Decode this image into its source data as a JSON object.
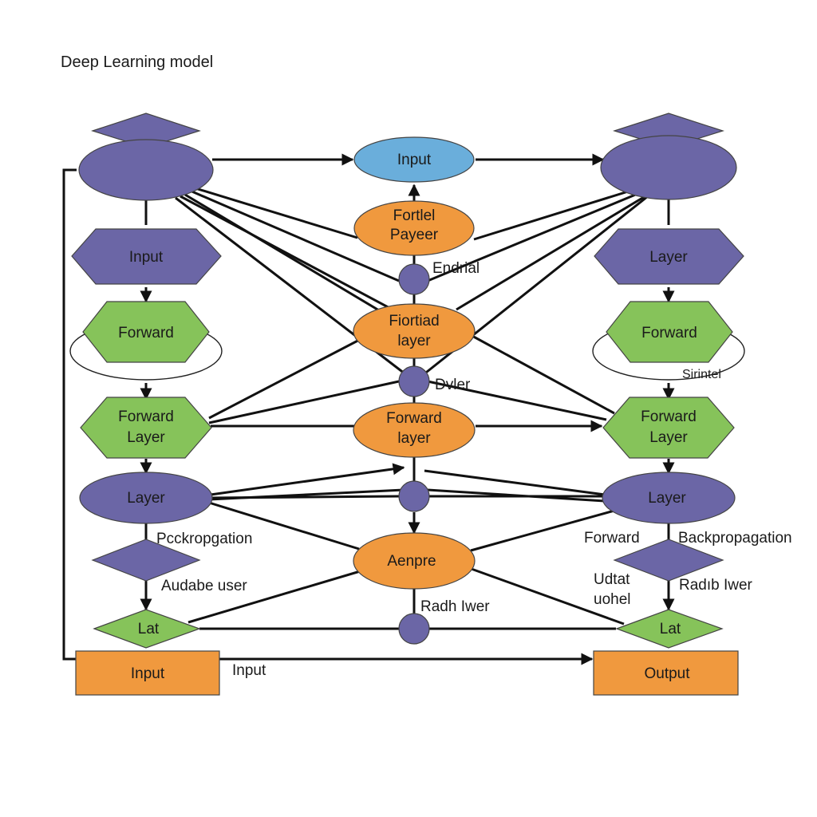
{
  "title": "Deep Learning model",
  "colors": {
    "purple": "#6b66a6",
    "green": "#86c35a",
    "orange": "#f0993e",
    "blue": "#6aaedb",
    "edge": "#111111"
  },
  "nodes": {
    "left_top_diamond": "",
    "left_top_ellipse": "",
    "left_input": "Input",
    "left_forward_1": "Forward",
    "left_forward_layer": [
      "Forward",
      "Layer"
    ],
    "left_layer": "Layer",
    "left_lower_diamond": "",
    "left_lat": "Lat",
    "left_input_box": "Input",
    "center_input": "Input",
    "center_orange_1": [
      "Fortlel",
      "Payeer"
    ],
    "center_circle_1": "",
    "center_orange_2": [
      "Fiortiad",
      "layer"
    ],
    "center_circle_2": "",
    "center_orange_3": [
      "Forward",
      "layer"
    ],
    "center_circle_3": "",
    "center_orange_4": "Aenpre",
    "center_circle_4": "",
    "right_top_diamond": "",
    "right_top_ellipse": "",
    "right_layer_1": "Layer",
    "right_forward_1": "Forward",
    "right_forward_layer": [
      "Forward",
      "Layer"
    ],
    "right_layer_2": "Layer",
    "right_lower_diamond": "",
    "right_lat": "Lat",
    "right_output_box": "Output"
  },
  "labels": {
    "endrial": "Endrial",
    "dvler": "Dvler",
    "sirintel": "Sirintel",
    "left_backprop": "Pcckropgation",
    "audabe_user": "Audabe user",
    "right_forward": "Forward",
    "right_backprop": "Backpropagation",
    "udtat": "Udtat",
    "uohel": "uohel",
    "radib_iwer_right": "Radıb Iwer",
    "radh_iwer_center": "Radh Iwer",
    "bottom_input": "Input"
  }
}
